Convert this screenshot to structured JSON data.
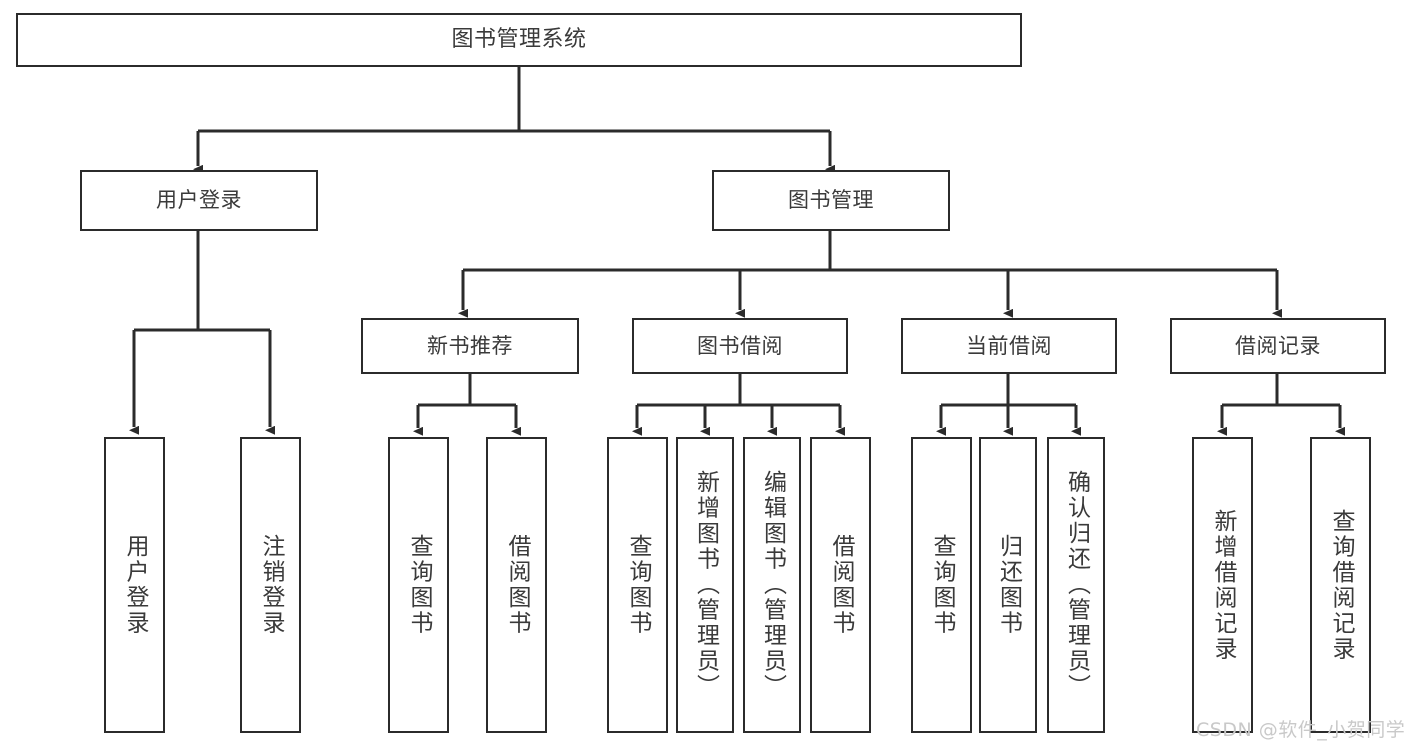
{
  "diagram": {
    "title": "图书管理系统",
    "type": "tree-hierarchy",
    "root": {
      "label": "图书管理系统"
    },
    "level2": [
      {
        "label": "用户登录"
      },
      {
        "label": "图书管理"
      }
    ],
    "level3": [
      {
        "label": "新书推荐"
      },
      {
        "label": "图书借阅"
      },
      {
        "label": "当前借阅"
      },
      {
        "label": "借阅记录"
      }
    ],
    "leaves": {
      "user_login": [
        {
          "label": "用户登录"
        },
        {
          "label": "注销登录"
        }
      ],
      "new_book_recommend": [
        {
          "label": "查询图书"
        },
        {
          "label": "借阅图书"
        }
      ],
      "book_borrow": [
        {
          "label": "查询图书"
        },
        {
          "label": "新增图书（管理员）"
        },
        {
          "label": "编辑图书（管理员）"
        },
        {
          "label": "借阅图书"
        }
      ],
      "current_borrow": [
        {
          "label": "查询图书"
        },
        {
          "label": "归还图书"
        },
        {
          "label": "确认归还（管理员）"
        }
      ],
      "borrow_record": [
        {
          "label": "新增借阅记录"
        },
        {
          "label": "查询借阅记录"
        }
      ]
    }
  },
  "watermark": {
    "text": "CSDN @软件_小贺同学"
  },
  "colors": {
    "stroke": "#2b2b2b",
    "text": "#3a3a3a",
    "background": "#ffffff",
    "watermark": "#c9c9c9"
  }
}
